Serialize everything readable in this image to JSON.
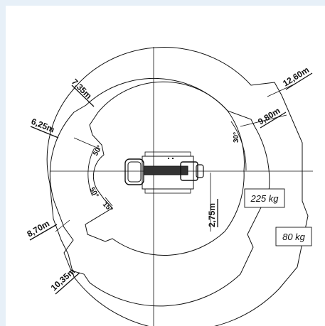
{
  "diagram": {
    "radii_labels": {
      "r1": "7,35m",
      "r2": "12,60m",
      "r3": "9,80m",
      "r4": "6,25m",
      "r5": "8,70m",
      "r6": "10,35m",
      "offset": "2,75m"
    },
    "angles": {
      "a1": "30°",
      "a2": "50°",
      "a3": "50°",
      "a4": "15°"
    },
    "loads": {
      "inner": "225 kg",
      "outer": "80 kg"
    },
    "colors": {
      "background": "#e7f0f8",
      "line": "#111111"
    }
  }
}
